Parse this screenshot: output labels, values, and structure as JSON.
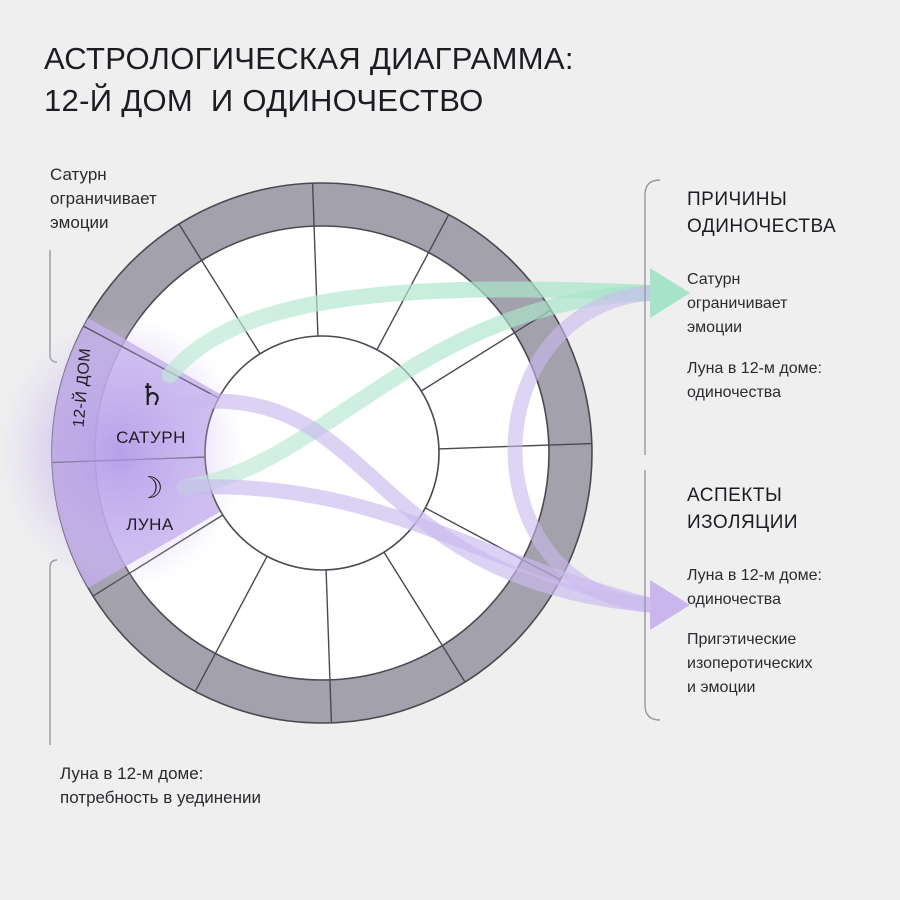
{
  "title": {
    "line1": "АСТРОЛОГИЧЕСКАЯ ДИАГРАММА:",
    "line2": "12-Й ДОМ  И ОДИНОЧЕСТВО"
  },
  "left_notes": {
    "saturn": [
      "Сатурн",
      "ограничивает",
      "эмоции"
    ],
    "moon": [
      "Луна в 12-м доме:",
      "потребность в уединении"
    ]
  },
  "wheel": {
    "house_label": "12-Й ДОМ",
    "saturn": {
      "glyph": "♄",
      "label": "САТУРН"
    },
    "moon": {
      "glyph": "☽",
      "label": "ЛУНА"
    }
  },
  "causes": {
    "heading": [
      "ПРИЧИНЫ",
      "ОДИНОЧЕСТВА"
    ],
    "item1": [
      "Сатурн",
      "ограничивает",
      "эмоции"
    ],
    "item2": [
      "Луна в 12-м доме:",
      "одиночества"
    ]
  },
  "aspects": {
    "heading": [
      "АСПЕКТЫ",
      "ИЗОЛЯЦИИ"
    ],
    "item1": [
      "Луна в 12-м доме:",
      "одиночества"
    ],
    "item2": [
      "Пригэтические",
      "изоперотических",
      "и эмоции"
    ]
  },
  "colors": {
    "background": "#efefef",
    "outer_ring": "#a3a1ab",
    "house_fill": "#ffffff",
    "line": "#4a4850",
    "highlight": "#b9a4e6",
    "green_flow": "#a6e3c8",
    "purple_flow": "#c8b6ec"
  }
}
